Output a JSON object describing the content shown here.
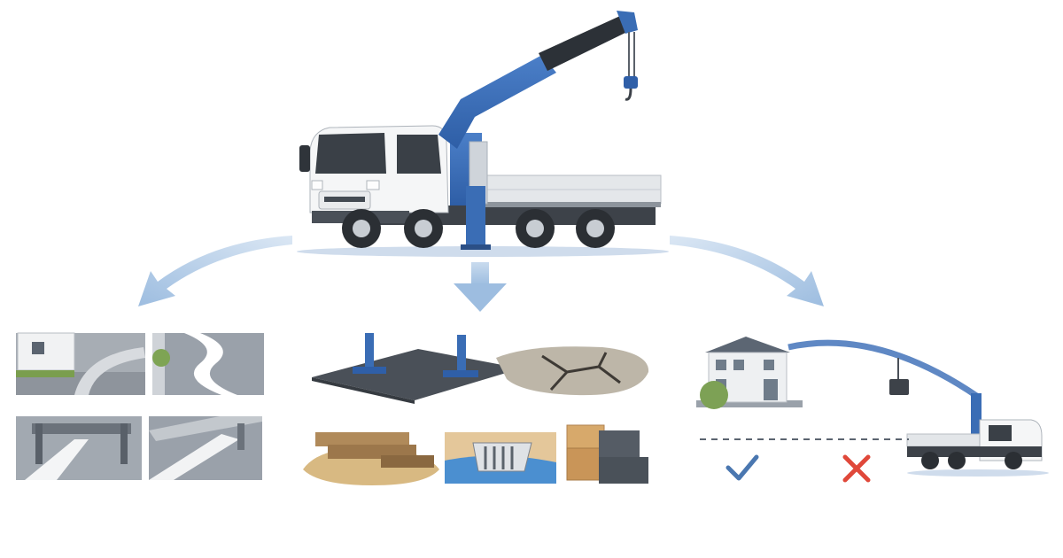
{
  "colors": {
    "background": "#ffffff",
    "accent_blue": "#3a6db5",
    "arrow_blue": "#a9c4e2",
    "truck_white": "#f4f5f6",
    "road_gray": "#9aa1aa",
    "check_blue": "#4a77b0",
    "cross_red": "#e0483a"
  },
  "hero": {
    "name": "crane-truck",
    "outrigger": "deployed"
  },
  "flow_arrows": [
    {
      "name": "arrow-left",
      "direction": "down-left"
    },
    {
      "name": "arrow-center",
      "direction": "down"
    },
    {
      "name": "arrow-right",
      "direction": "down-right"
    }
  ],
  "groups": [
    {
      "name": "road-access-group",
      "tiles": [
        "house-driveway-tile",
        "winding-road-tile",
        "height-barrier-tile",
        "narrow-lane-wall-tile"
      ]
    },
    {
      "name": "ground-condition-group",
      "tiles": [
        "outrigger-plates-tile",
        "cracked-ground-tile",
        "soft-soil-timber-tile",
        "drainage-grate-tile",
        "stacked-loads-tile"
      ]
    },
    {
      "name": "lift-reach-group",
      "tiles": [
        "building-lift-tile",
        "boundary-line",
        "check-icon",
        "cross-icon"
      ]
    }
  ]
}
